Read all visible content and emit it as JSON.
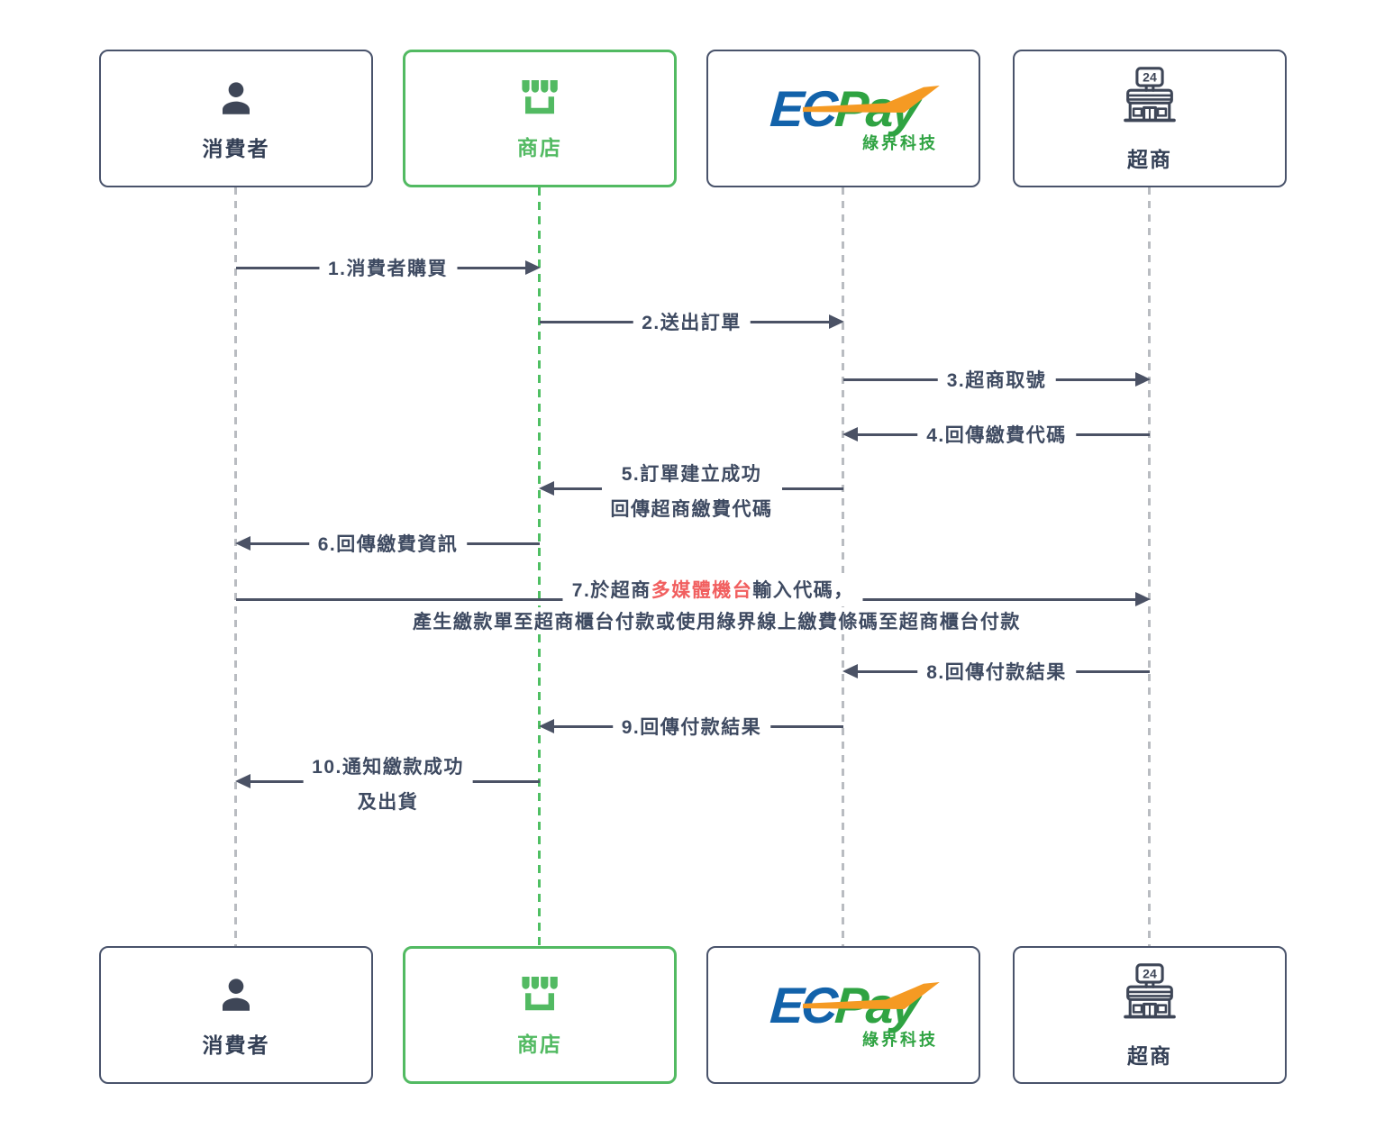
{
  "actors": [
    {
      "id": "consumer",
      "label": "消費者",
      "icon": "person-icon"
    },
    {
      "id": "store",
      "label": "商店",
      "icon": "storefront-icon"
    },
    {
      "id": "ecpay",
      "icon": "ecpay-logo",
      "logo_ec": "EC",
      "logo_pay": "Pay",
      "logo_sub": "綠界科技"
    },
    {
      "id": "cvs",
      "label": "超商",
      "icon": "convenience-store-24-icon",
      "sign": "24"
    }
  ],
  "messages": [
    {
      "seq": 1,
      "from": "consumer",
      "to": "store",
      "text": "1.消費者購買"
    },
    {
      "seq": 2,
      "from": "store",
      "to": "ecpay",
      "text": "2.送出訂單"
    },
    {
      "seq": 3,
      "from": "ecpay",
      "to": "cvs",
      "text": "3.超商取號"
    },
    {
      "seq": 4,
      "from": "cvs",
      "to": "ecpay",
      "text": "4.回傳繳費代碼"
    },
    {
      "seq": 5,
      "from": "ecpay",
      "to": "store",
      "line1": "5.訂單建立成功",
      "line2": "回傳超商繳費代碼"
    },
    {
      "seq": 6,
      "from": "store",
      "to": "consumer",
      "text": "6.回傳繳費資訊"
    },
    {
      "seq": 7,
      "from": "consumer",
      "to": "cvs",
      "prefix": "7.於超商",
      "highlight": "多媒體機台",
      "suffix": "輸入代碼，",
      "line2": "產生繳款單至超商櫃台付款或使用綠界線上繳費條碼至超商櫃台付款"
    },
    {
      "seq": 8,
      "from": "cvs",
      "to": "ecpay",
      "text": "8.回傳付款結果"
    },
    {
      "seq": 9,
      "from": "ecpay",
      "to": "store",
      "text": "9.回傳付款結果"
    },
    {
      "seq": 10,
      "from": "store",
      "to": "consumer",
      "line1": "10.通知繳款成功",
      "line2": "及出貨"
    }
  ],
  "colors": {
    "ink": "#3e4a61",
    "arrow": "#4b5265",
    "store_green": "#52ba62",
    "lifeline_gray": "#b9bcc1",
    "highlight_red": "#f15f5f",
    "ecpay_blue": "#1262aa",
    "ecpay_green": "#2fa342",
    "ecpay_orange": "#f59a23"
  }
}
